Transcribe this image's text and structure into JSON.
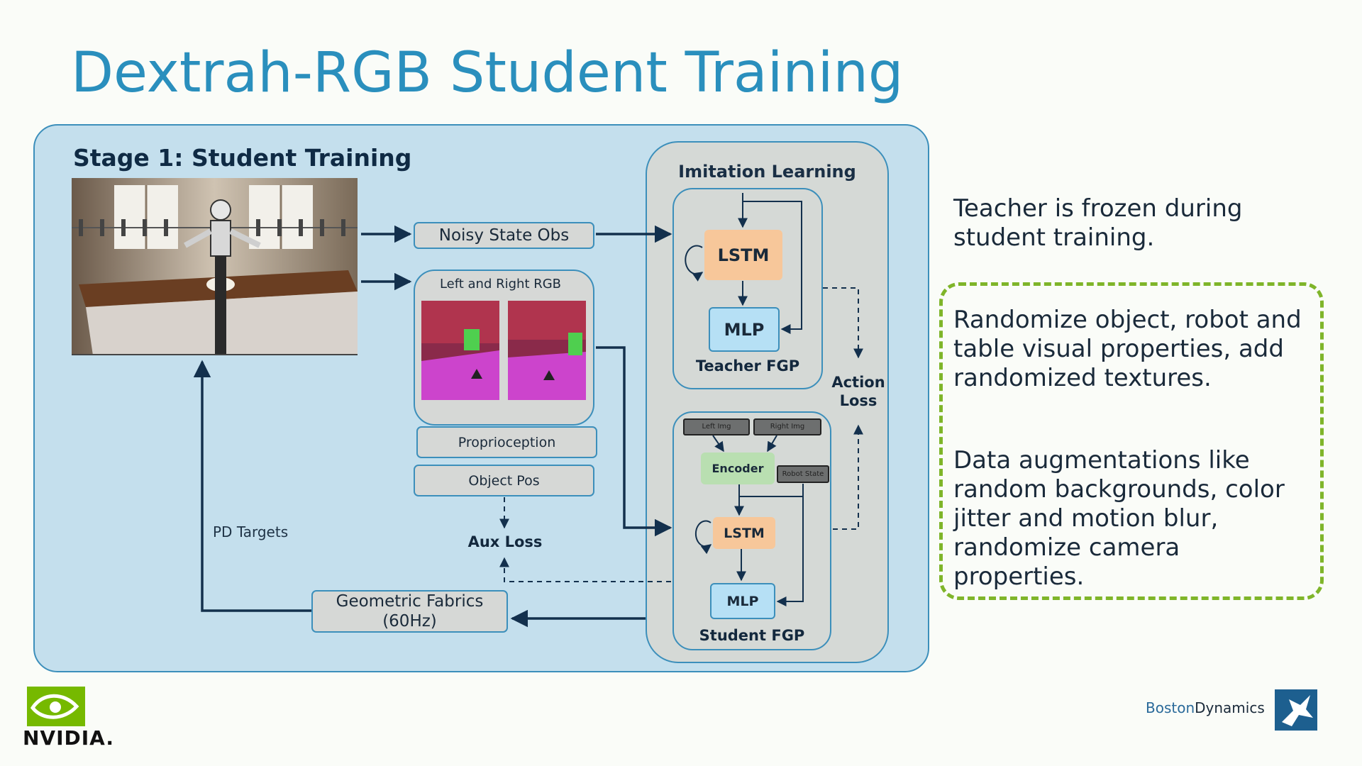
{
  "slide": {
    "title": "Dextrah-RGB Student Training"
  },
  "stage": {
    "title": "Stage 1: Student Training"
  },
  "inputs": {
    "noisy_state": "Noisy State Obs",
    "rgb_label": "Left and Right RGB",
    "proprioception": "Proprioception",
    "object_pos": "Object Pos",
    "aux_loss": "Aux Loss",
    "pd_targets": "PD Targets",
    "fabrics_line1": "Geometric Fabrics",
    "fabrics_line2": "(60Hz)"
  },
  "imitation": {
    "title": "Imitation Learning",
    "teacher": {
      "lstm": "LSTM",
      "mlp": "MLP",
      "label": "Teacher FGP"
    },
    "action_loss_line1": "Action",
    "action_loss_line2": "Loss",
    "student": {
      "left_img": "Left Img",
      "right_img": "Right Img",
      "encoder": "Encoder",
      "robot_state": "Robot State",
      "lstm": "LSTM",
      "mlp": "MLP",
      "label": "Student FGP"
    }
  },
  "notes": {
    "frozen": "Teacher is frozen during student training.",
    "randomize": "Randomize object, robot and table visual properties, add randomized textures.",
    "augment": "Data augmentations like random backgrounds, color jitter and motion blur, randomize camera properties."
  },
  "logos": {
    "nvidia": "NVIDIA.",
    "boston": "Boston",
    "dynamics": "Dynamics"
  },
  "colors": {
    "title": "#2a8fbd",
    "panel": "#c4dfed",
    "border": "#3c8fbb",
    "lstm": "#f7c79a",
    "mlp": "#b6e0f5",
    "encoder": "#b9dfb1",
    "dashed": "#7fb52a"
  }
}
